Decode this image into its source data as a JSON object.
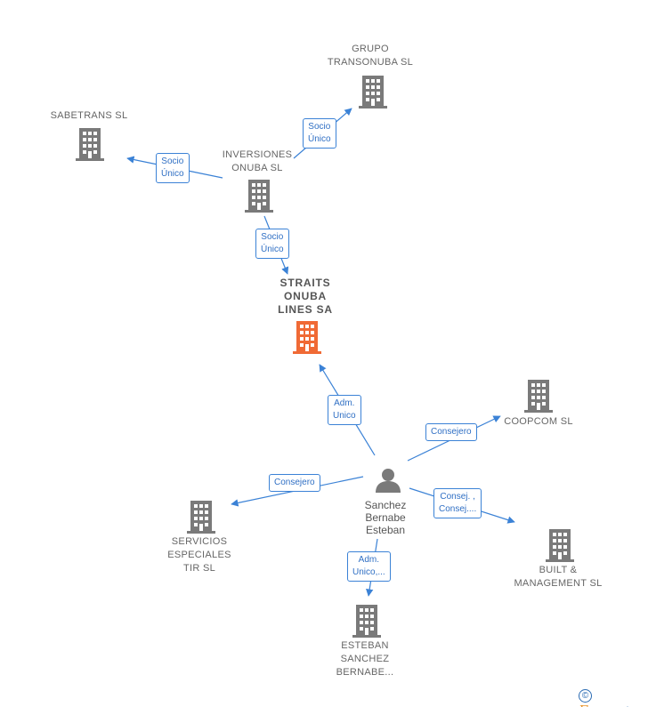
{
  "colors": {
    "building": "#7a7a7a",
    "building_main": "#f06a35",
    "edge": "#3b82d6",
    "edge_label_text": "#2f6fc4"
  },
  "nodes": {
    "grupo_transonuba": {
      "name": "GRUPO\nTRANSONUBA SL"
    },
    "sabetrans": {
      "name": "SABETRANS SL"
    },
    "inversiones_onuba": {
      "name": "INVERSIONES\nONUBA SL"
    },
    "straits_onuba": {
      "name": "STRAITS\nONUBA\nLINES SA"
    },
    "coopcom": {
      "name": "COOPCOM  SL"
    },
    "servicios_especiales": {
      "name": "SERVICIOS\nESPECIALES\nTIR SL"
    },
    "built_management": {
      "name": "BUILT &\nMANAGEMENT SL"
    },
    "esteban_sanchez": {
      "name": "ESTEBAN\nSANCHEZ\nBERNABE..."
    },
    "person": {
      "name": "Sanchez\nBernabe\nEsteban"
    }
  },
  "edges": {
    "inv_to_grupo": {
      "label": "Socio\nÚnico"
    },
    "inv_to_sabetrans": {
      "label": "Socio\nÚnico"
    },
    "inv_to_straits": {
      "label": "Socio\nÚnico"
    },
    "person_to_straits": {
      "label": "Adm.\nUnico"
    },
    "person_to_coopcom": {
      "label": "Consejero"
    },
    "person_to_servicios": {
      "label": "Consejero"
    },
    "person_to_built": {
      "label": "Consej. ,\nConsej...."
    },
    "person_to_esteban": {
      "label": "Adm.\nUnico,..."
    }
  },
  "brand": {
    "symbol": "©",
    "e": "E",
    "rest": "mpresia"
  }
}
